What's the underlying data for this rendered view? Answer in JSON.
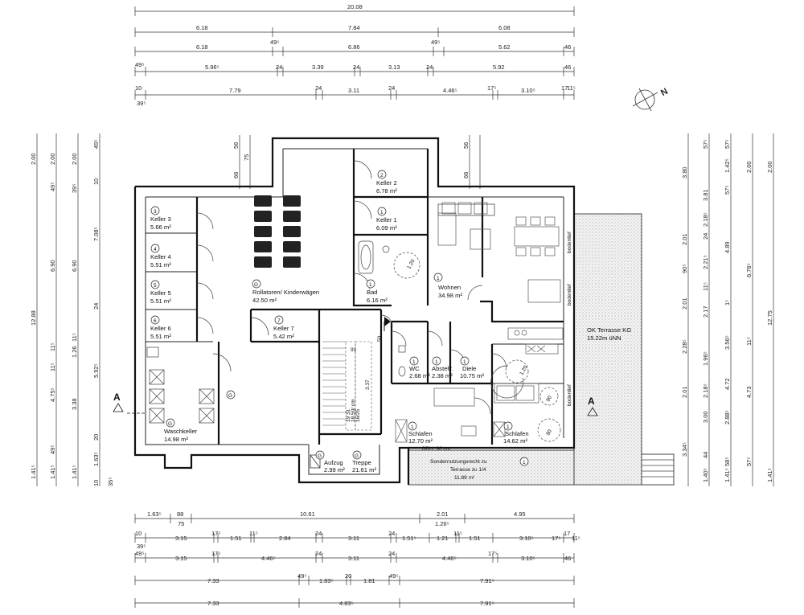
{
  "top_dims": {
    "row1": [
      "20.08"
    ],
    "row2": [
      "6.18",
      "7.84",
      "6.08"
    ],
    "row3": [
      "6.18",
      "49⁵",
      "6.86",
      "49⁵",
      "5.62",
      "46"
    ],
    "row4": [
      "49⁵",
      "5.96⁵",
      "24",
      "3.39",
      "24",
      "3.13",
      "24",
      "5.92",
      "46"
    ],
    "row5": [
      "10",
      "39⁵",
      "7.79",
      "24",
      "3.11",
      "24",
      "4.46⁵",
      "17⁵",
      "3.10⁵",
      "17",
      "11⁵"
    ]
  },
  "bottom_dims": {
    "row1": [
      "1.63⁵",
      "88",
      "75",
      "10.61",
      "2.01",
      "1.26⁵",
      "4.95"
    ],
    "row2": [
      "10",
      "39⁵",
      "3.15",
      "17⁵",
      "1.51",
      "11⁵",
      "2.84",
      "24",
      "3.11",
      "24",
      "1.51⁵",
      "1.21",
      "11⁵",
      "1.51",
      "3.10⁵",
      "17⁵",
      "17",
      "11⁵"
    ],
    "row3": [
      "49⁵",
      "3.15",
      "17⁵",
      "4.46⁵",
      "24",
      "3.11",
      "24",
      "4.46⁵",
      "17⁵",
      "3.10⁵",
      "46"
    ],
    "row4": [
      "7.33",
      "49⁵",
      "1.83⁵",
      "20",
      "1.81",
      "49⁵",
      "7.91⁵"
    ],
    "row5": [
      "7.33",
      "4.83⁵",
      "7.91⁵"
    ]
  },
  "left_dims": [
    "2.00",
    "2.00",
    "2.00",
    "49⁵",
    "39⁵",
    "10",
    "49⁵",
    "7.08⁵",
    "12.88",
    "6.90",
    "6.90",
    "24",
    "11⁵",
    "1.26",
    "11⁵",
    "5.92⁵",
    "11⁵",
    "4.75⁵",
    "3.38",
    "20",
    "1.63⁵",
    "49⁵",
    "1.41⁵",
    "1.41⁵",
    "1.41⁵",
    "10",
    "35⁵"
  ],
  "right_dims": [
    "57⁵",
    "57⁵",
    "3.80",
    "1.42⁵",
    "2.00",
    "2.00",
    "3.81",
    "57⁵",
    "2.18⁵",
    "24",
    "2.01",
    "90⁵",
    "2.21⁵",
    "4.89",
    "6.76⁵",
    "12.75",
    "11⁵",
    "2.17",
    "1⁵",
    "2.01",
    "1.96⁵",
    "3.56⁵",
    "2.28⁵",
    "11⁵",
    "2.18⁵",
    "2.01",
    "4.72",
    "4.73",
    "3.00",
    "2.88⁵",
    "3.34⁵",
    "44",
    "1.40⁵",
    "58⁵",
    "1.41⁵",
    "57⁵",
    "1.41⁵"
  ],
  "small_top_dims": [
    "56",
    "66",
    "75",
    "56",
    "66"
  ],
  "rooms": [
    {
      "num": "2",
      "name": "Keller 2",
      "area": "6.78 m²"
    },
    {
      "num": "1",
      "name": "Keller 1",
      "area": "6.09 m²"
    },
    {
      "num": "3",
      "name": "Keller 3",
      "area": "5.66 m²"
    },
    {
      "num": "4",
      "name": "Keller 4",
      "area": "5.51 m²"
    },
    {
      "num": "5",
      "name": "Keller 5",
      "area": "5.51 m²"
    },
    {
      "num": "6",
      "name": "Keller 6",
      "area": "5.51 m²"
    },
    {
      "num": "7",
      "name": "Keller 7",
      "area": "5.42 m²"
    },
    {
      "num": "G",
      "name": "Rollatoren/ Kinderwägen",
      "area": "42.50 m²"
    },
    {
      "num": "G",
      "name": "Waschkeller",
      "area": "14.98 m²"
    },
    {
      "num": "1",
      "name": "Bad",
      "area": "6.16 m²"
    },
    {
      "num": "1",
      "name": "Wohnen",
      "area": "34.98 m²"
    },
    {
      "num": "1",
      "name": "WC",
      "area": "2.68 m²"
    },
    {
      "num": "1",
      "name": "Abstellr.",
      "area": "2.38 m²"
    },
    {
      "num": "1",
      "name": "Diele",
      "area": "10.75 m²"
    },
    {
      "num": "1",
      "name": "Schlafen",
      "area": "12.70 m²"
    },
    {
      "num": "1",
      "name": "Schlafen",
      "area": "14.62 m²"
    },
    {
      "num": "G",
      "name": "Aufzug",
      "area": "2.99 m²"
    },
    {
      "num": "G",
      "name": "Treppe",
      "area": "21.61 m²"
    }
  ],
  "terrace": {
    "line1": "OK Terrasse KG",
    "line2": "15.22m üNN"
  },
  "special_use": {
    "line1": "Sondernutzungsrecht zu",
    "num": "1",
    "line2": "Terrasse zu 1/4",
    "line3": "11.89 m²"
  },
  "labels": {
    "bodentief1": "bodentief",
    "bodentief2": "bodentief",
    "bodentief3": "bodentief",
    "brh": "BRH: 90 cm",
    "section_left": "A",
    "section_right": "A",
    "stair_dim1": "91",
    "stair_dim2": "3.37",
    "stair_steps": "19 St.",
    "stair_steps2": "18.50/ cm",
    "stair_steps3": "16/25",
    "door_50": "50",
    "circle_120a": "1.20",
    "circle_120b": "1.20",
    "circle_90": "90",
    "circle_80": "80",
    "g_small1": "G",
    "g_small2": "G"
  }
}
